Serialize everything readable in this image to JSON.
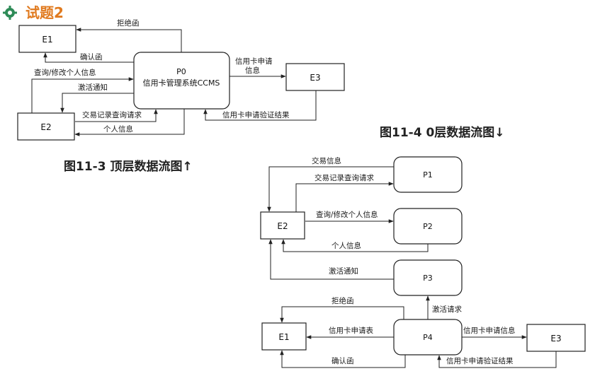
{
  "header": {
    "title": "试题2",
    "title_color": "#e07a1f",
    "icon_color": "#2e8b57",
    "icon": "gear-flower-icon"
  },
  "top_level": {
    "caption": "图11-3 顶层数据流图↑",
    "entities": {
      "e1": "E1",
      "e2": "E2",
      "e3": "E3"
    },
    "process": {
      "id": "P0",
      "name": "信用卡管理系统CCMS"
    },
    "flows": {
      "reject": "拒绝函",
      "confirm": "确认函",
      "query_modify": "查询/修改个人信息",
      "activate": "激活通知",
      "tx_query": "交易记录查询请求",
      "personal_info": "个人信息",
      "apply_info_1": "信用卡申请",
      "apply_info_2": "信息",
      "verify_result": "信用卡申请验证结果"
    }
  },
  "level0": {
    "caption": "图11-4 0层数据流图↓",
    "entities": {
      "e1": "E1",
      "e2": "E2",
      "e3": "E3"
    },
    "processes": {
      "p1": "P1",
      "p2": "P2",
      "p3": "P3",
      "p4": "P4"
    },
    "flows": {
      "tx_info": "交易信息",
      "tx_query": "交易记录查询请求",
      "query_modify": "查询/修改个人信息",
      "personal_info": "个人信息",
      "activate": "激活通知",
      "activate_req": "激活请求",
      "reject": "拒绝函",
      "apply_form": "信用卡申请表",
      "confirm": "确认函",
      "apply_info": "信用卡申请信息",
      "verify_result": "信用卡申请验证结果"
    }
  }
}
